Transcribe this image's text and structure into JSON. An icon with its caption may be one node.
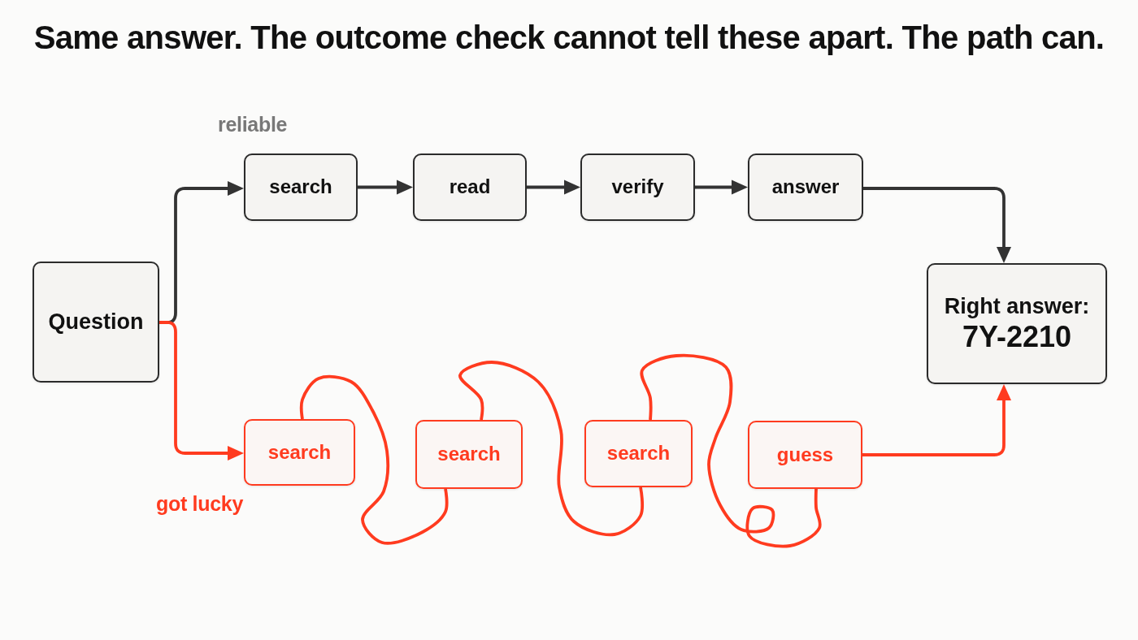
{
  "diagram": {
    "title": "Same answer. The outcome check cannot tell these apart. The path can.",
    "nodes": [
      {
        "text": [
          "Question"
        ]
      },
      {
        "text": [
          "search"
        ]
      },
      {
        "text": [
          "read"
        ]
      },
      {
        "text": [
          "verify"
        ]
      },
      {
        "text": [
          "answer"
        ]
      },
      {
        "text": [
          "Right answer:",
          "7Y-2210"
        ]
      },
      {
        "text": [
          "search"
        ]
      },
      {
        "text": [
          "search"
        ]
      },
      {
        "text": [
          "search"
        ]
      },
      {
        "text": [
          "guess"
        ]
      }
    ],
    "edges": [
      {
        "from": 0,
        "to": 1,
        "arrow": "to"
      },
      {
        "from": 1,
        "to": 2,
        "arrow": "to"
      },
      {
        "from": 2,
        "to": 3,
        "arrow": "to"
      },
      {
        "from": 3,
        "to": 4,
        "arrow": "to"
      },
      {
        "from": 4,
        "to": 5,
        "arrow": "to"
      },
      {
        "from": 0,
        "to": 6,
        "arrow": "to",
        "color": "#ff3b1f"
      },
      {
        "from": 6,
        "to": 7,
        "arrow": "none",
        "color": "#ff3b1f"
      },
      {
        "from": 7,
        "to": 8,
        "arrow": "none",
        "color": "#ff3b1f"
      },
      {
        "from": 8,
        "to": 9,
        "arrow": "none",
        "color": "#ff3b1f"
      },
      {
        "from": 9,
        "to": 5,
        "arrow": "to",
        "color": "#ff3b1f"
      }
    ],
    "labels": [
      "reliable",
      "got lucky"
    ]
  }
}
